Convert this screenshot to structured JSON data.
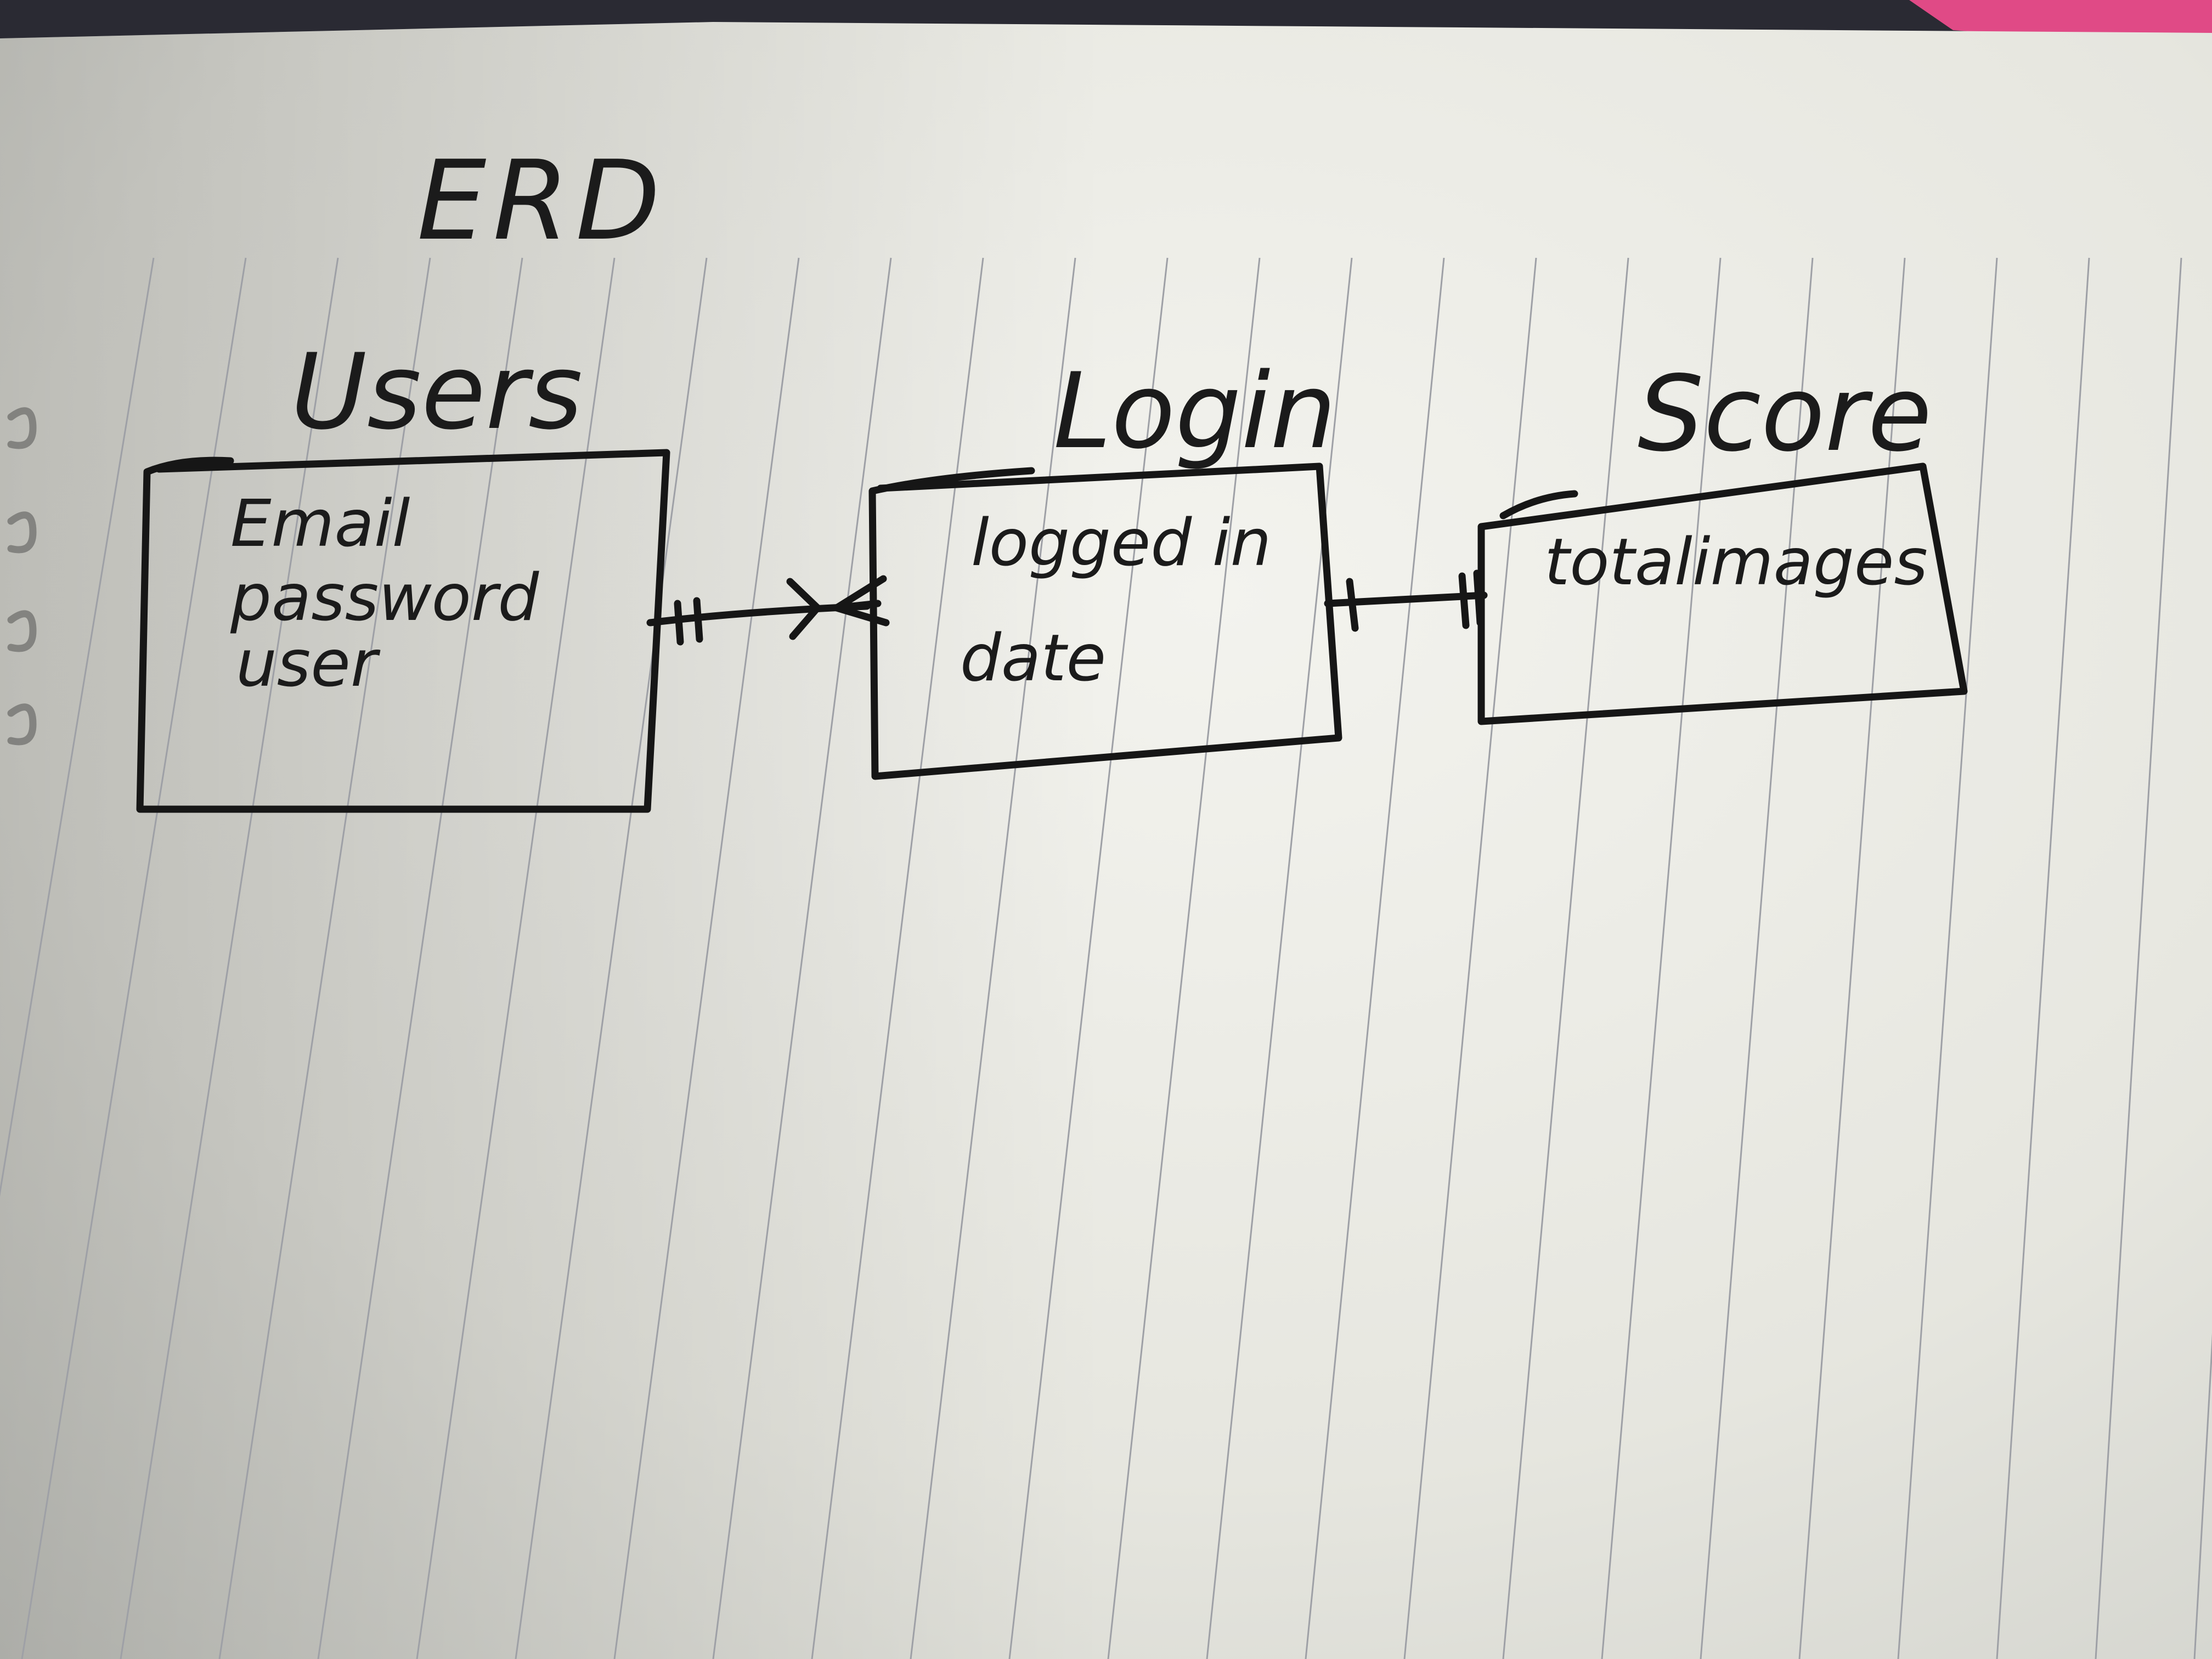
{
  "diagram": {
    "title": "ERD",
    "entities": [
      {
        "name": "Users",
        "attributes": [
          "Email",
          "password",
          "user"
        ]
      },
      {
        "name": "Login",
        "attributes": [
          "logged in",
          "date"
        ]
      },
      {
        "name": "Score",
        "attributes": [
          "totalimages"
        ]
      }
    ],
    "relationships": [
      {
        "from": "Users",
        "to": "Login",
        "from_cardinality": "one",
        "to_cardinality": "many"
      },
      {
        "from": "Login",
        "to": "Score",
        "from_cardinality": "one",
        "to_cardinality": "one"
      }
    ]
  },
  "colors": {
    "paper": "#efefe9",
    "ink": "#161616",
    "rule_line": "#9ea0a6",
    "background_edge": "#2a2a33"
  }
}
